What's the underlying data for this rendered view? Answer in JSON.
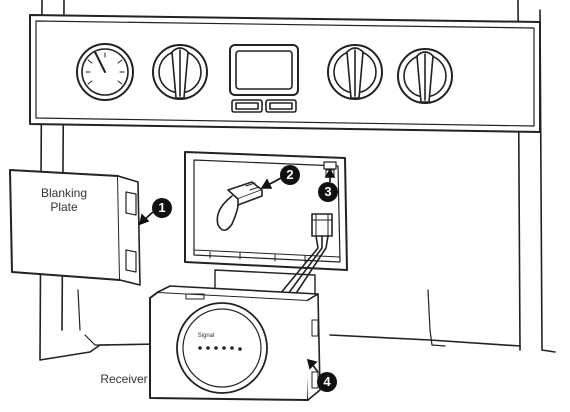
{
  "labels": {
    "blanking_plate": "Blanking\nPlate",
    "receiver": "Receiver",
    "signal": "Signal"
  },
  "callouts": [
    "1",
    "2",
    "3",
    "4"
  ]
}
